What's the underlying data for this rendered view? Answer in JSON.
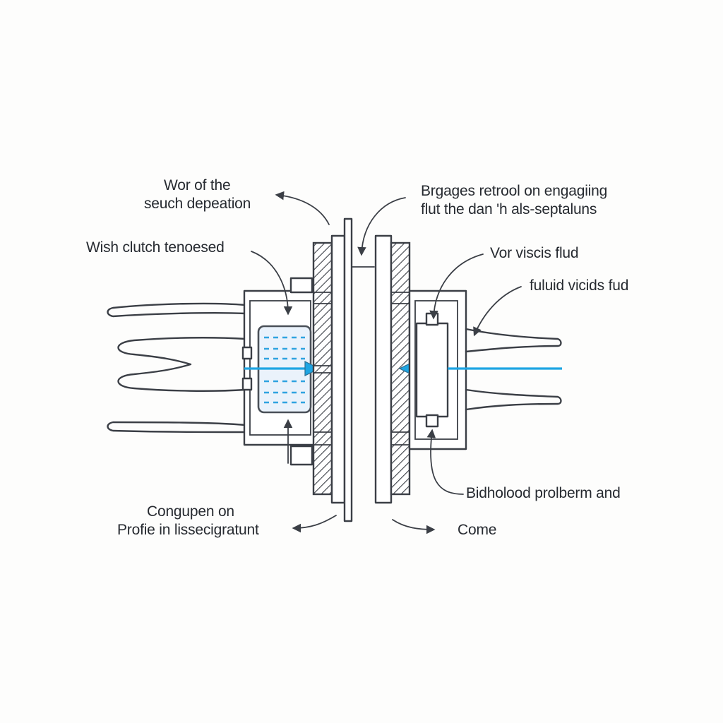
{
  "labels": {
    "top_left": {
      "line1": "Wor of the",
      "line2": "seuch depeation"
    },
    "top_right": {
      "line1": "Brgages retrool on engagiing",
      "line2": "flut the dan 'h als-septaluns"
    },
    "left_mid": "Wish clutch tenoesed",
    "right_mid_1": "Vor viscis flud",
    "right_mid_2": "fuluid vicids fud",
    "right_low": "Bidholood prolberm and",
    "bottom_left": {
      "line1": "Congupen on",
      "line2": "Profie in lissecigratunt"
    },
    "bottom_right": "Come"
  },
  "colors": {
    "line": "#3b3f46",
    "fluid_accent": "#1ea5e3",
    "background": "#fdfdfc"
  }
}
